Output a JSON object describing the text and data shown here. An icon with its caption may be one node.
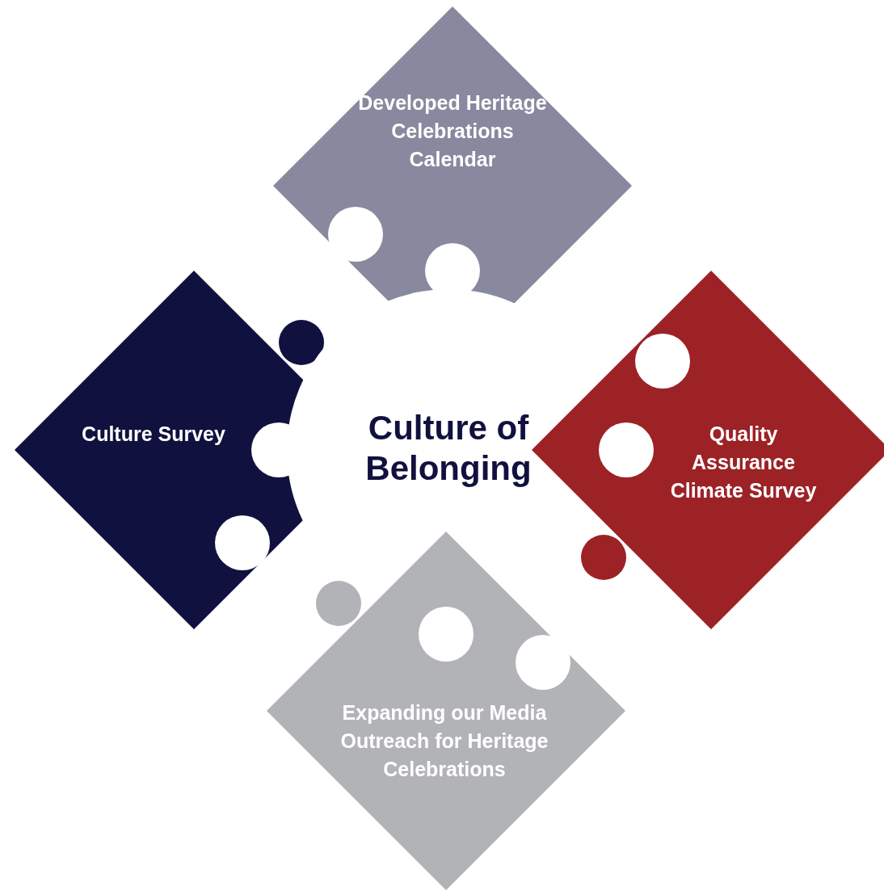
{
  "diagram": {
    "nodes": [
      {
        "text": [
          "Developed Heritage Celebrations Calendar"
        ]
      },
      {
        "text": [
          "Culture Survey"
        ]
      },
      {
        "text": [
          "Culture of Belonging"
        ]
      },
      {
        "text": [
          "Quality Assurance Climate Survey"
        ]
      },
      {
        "text": [
          "Expanding our Media Outreach for Heritage Celebrations"
        ]
      }
    ]
  }
}
